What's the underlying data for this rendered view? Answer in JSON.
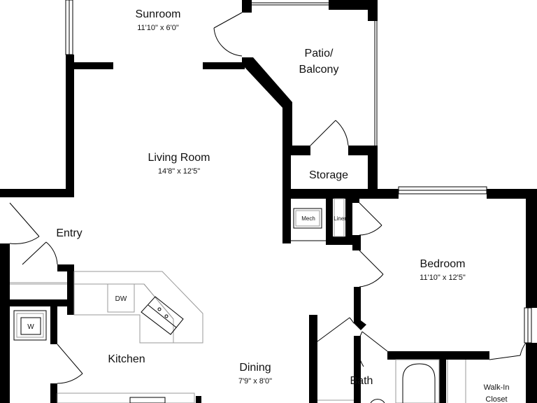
{
  "rooms": {
    "sunroom": {
      "name": "Sunroom",
      "dims": "11'10\" x 6'0\""
    },
    "patio": {
      "name_line1": "Patio/",
      "name_line2": "Balcony"
    },
    "living": {
      "name": "Living Room",
      "dims": "14'8\" x 12'5\""
    },
    "storage": {
      "name": "Storage"
    },
    "mech": {
      "name": "Mech"
    },
    "linen": {
      "name": "Linen"
    },
    "entry": {
      "name": "Entry"
    },
    "bedroom": {
      "name": "Bedroom",
      "dims": "11'10\" x 12'5\""
    },
    "dw": {
      "name": "DW"
    },
    "washer": {
      "name": "W"
    },
    "kitchen": {
      "name": "Kitchen"
    },
    "dining": {
      "name": "Dining",
      "dims": "7'9\" x 8'0\""
    },
    "bath": {
      "name": "Bath"
    },
    "closet": {
      "name_line1": "Walk-In",
      "name_line2": "Closet"
    }
  },
  "colors": {
    "wall": "#000000",
    "fixture": "#9a9a9a",
    "background": "#ffffff"
  }
}
